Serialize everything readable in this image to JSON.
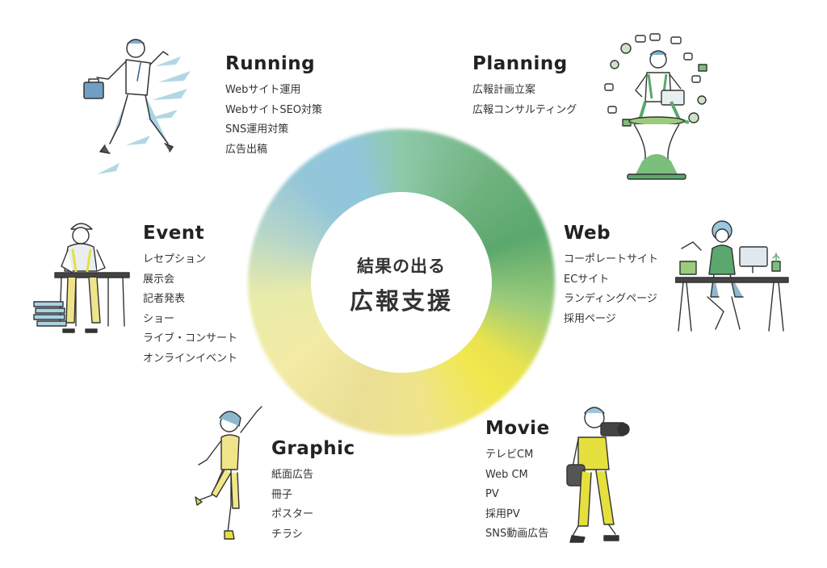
{
  "center": {
    "line1": "結果の出る",
    "line2": "広報支援"
  },
  "sections": [
    {
      "key": "running",
      "title": "Running",
      "items": [
        "Webサイト運用",
        "WebサイトSEO対策",
        "SNS運用対策",
        "広告出稿"
      ]
    },
    {
      "key": "planning",
      "title": "Planning",
      "items": [
        "広報計画立案",
        "広報コンサルティング"
      ]
    },
    {
      "key": "web",
      "title": "Web",
      "items": [
        "コーポレートサイト",
        "ECサイト",
        "ランディングページ",
        "採用ページ"
      ]
    },
    {
      "key": "movie",
      "title": "Movie",
      "items": [
        "テレビCM",
        "Web CM",
        "PV",
        "採用PV",
        "SNS動画広告"
      ]
    },
    {
      "key": "graphic",
      "title": "Graphic",
      "items": [
        "紙面広告",
        "冊子",
        "ポスター",
        "チラシ"
      ]
    },
    {
      "key": "event",
      "title": "Event",
      "items": [
        "レセプション",
        "展示会",
        "記者発表",
        "ショー",
        "ライブ・コンサート",
        "オンラインイベント"
      ]
    }
  ],
  "colors": {
    "blue": "#92c6db",
    "green": "#5aa86d",
    "yellow": "#ece44f",
    "ink": "#333333"
  },
  "icons": [
    "running-businessman-icon",
    "hourglass-laptop-person-icon",
    "desk-computer-person-icon",
    "photographer-icon",
    "dancing-woman-icon",
    "construction-worker-icon"
  ]
}
